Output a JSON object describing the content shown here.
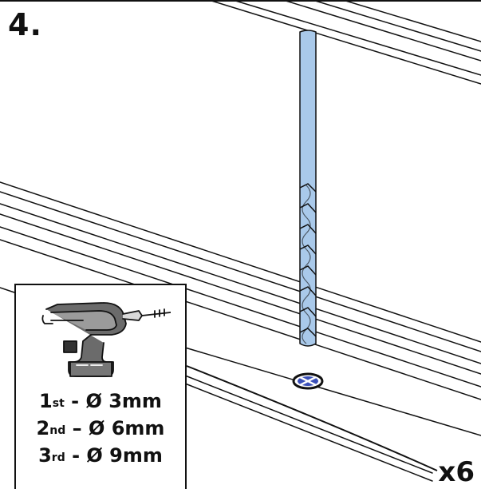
{
  "step": {
    "number": "4."
  },
  "multiplier": "x6",
  "drill_box": {
    "icon": "cordless-drill-icon",
    "steps": [
      {
        "ordinal": "1",
        "suffix": "st",
        "sep": "-",
        "size": "Ø 3mm"
      },
      {
        "ordinal": "2",
        "suffix": "nd",
        "sep": "–",
        "size": "Ø 6mm"
      },
      {
        "ordinal": "3",
        "suffix": "rd",
        "sep": "-",
        "size": "Ø 9mm"
      }
    ]
  },
  "colors": {
    "line": "#111111",
    "drill_bit": "#a9c9ea",
    "marker_blue": "#3a4fb8"
  }
}
